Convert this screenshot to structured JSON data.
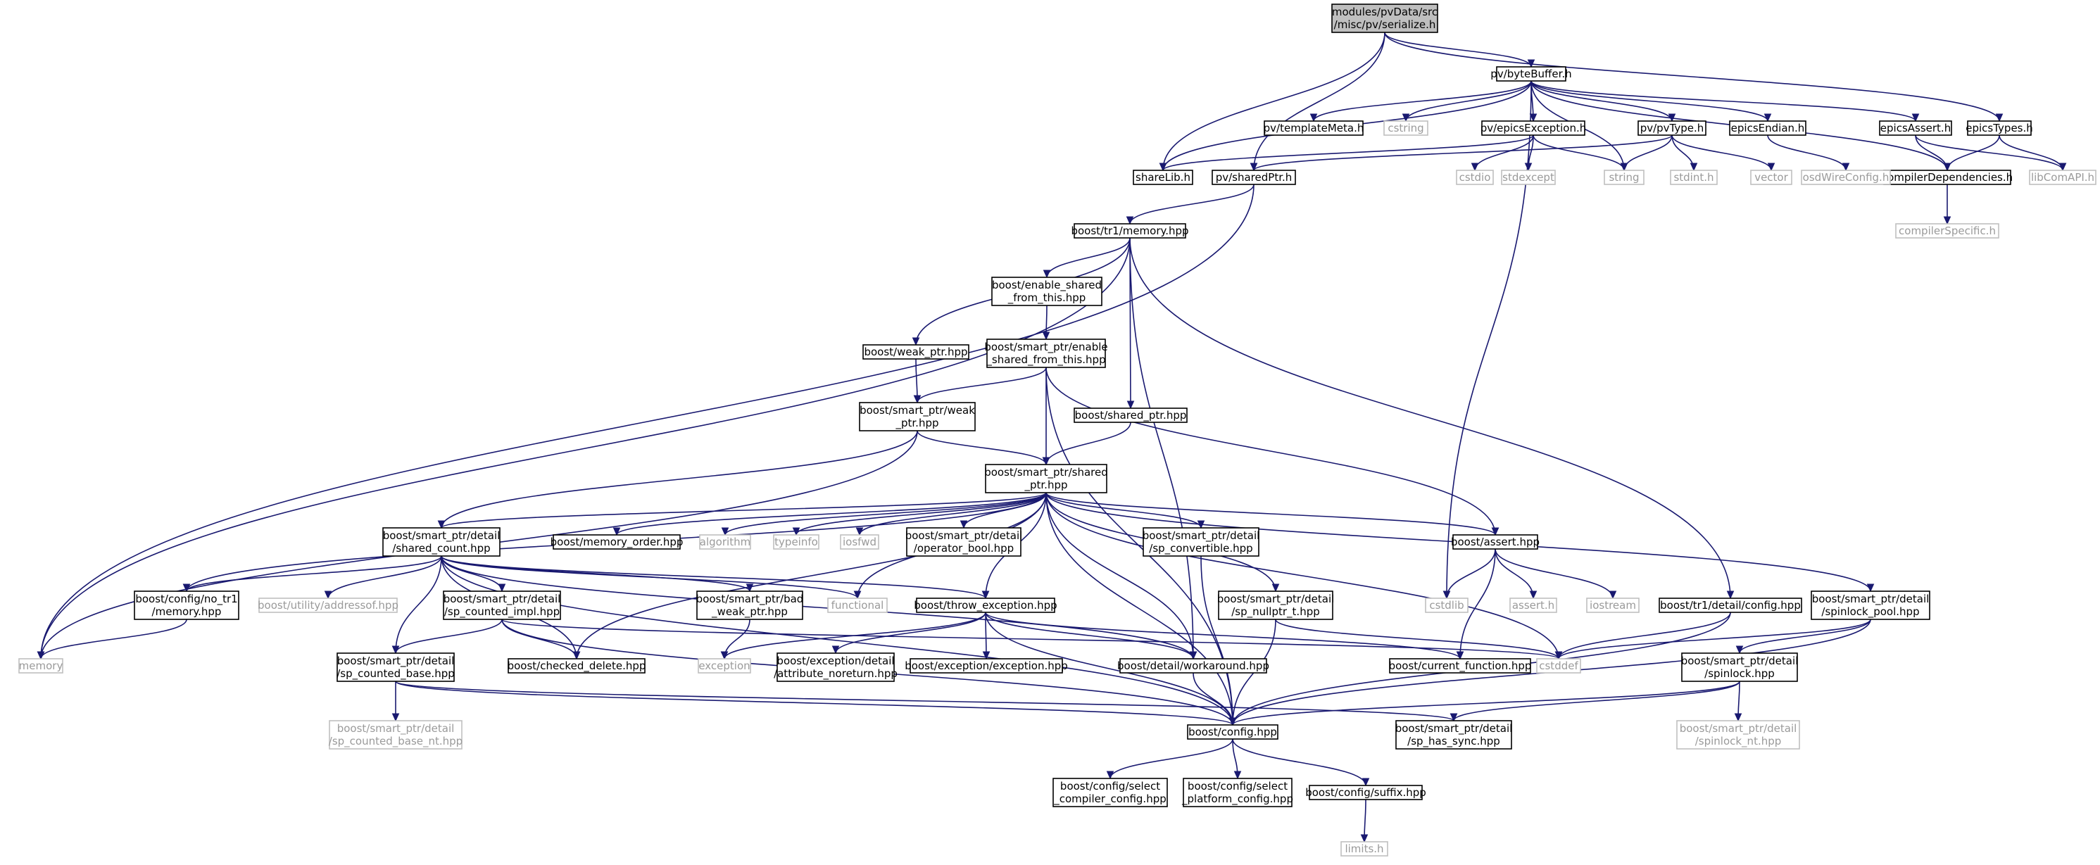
{
  "colors": {
    "edge": "#191970",
    "node_border": "#000000",
    "system_border": "#bfbfbf",
    "system_text": "#9a9a9a",
    "root_fill": "#bfbfbf"
  },
  "nodes": [
    {
      "id": "root",
      "lines": [
        "modules/pvData/src",
        "/misc/pv/serialize.h"
      ],
      "style": "root"
    },
    {
      "id": "bytebuffer",
      "lines": [
        "pv/byteBuffer.h"
      ],
      "style": "solid"
    },
    {
      "id": "sharelib",
      "lines": [
        "shareLib.h"
      ],
      "style": "solid"
    },
    {
      "id": "sharedptr",
      "lines": [
        "pv/sharedPtr.h"
      ],
      "style": "solid"
    },
    {
      "id": "epicstypes",
      "lines": [
        "epicsTypes.h"
      ],
      "style": "solid"
    },
    {
      "id": "templatemeta",
      "lines": [
        "pv/templateMeta.h"
      ],
      "style": "solid"
    },
    {
      "id": "cstring",
      "lines": [
        "cstring"
      ],
      "style": "sys"
    },
    {
      "id": "epicsexception",
      "lines": [
        "pv/epicsException.h"
      ],
      "style": "solid"
    },
    {
      "id": "pvtype",
      "lines": [
        "pv/pvType.h"
      ],
      "style": "solid"
    },
    {
      "id": "epicsendian",
      "lines": [
        "epicsEndian.h"
      ],
      "style": "solid"
    },
    {
      "id": "epicsassert",
      "lines": [
        "epicsAssert.h"
      ],
      "style": "solid"
    },
    {
      "id": "compilerdep",
      "lines": [
        "compilerDependencies.h"
      ],
      "style": "solid"
    },
    {
      "id": "libcomapi",
      "lines": [
        "libComAPI.h"
      ],
      "style": "sys"
    },
    {
      "id": "cstdio",
      "lines": [
        "cstdio"
      ],
      "style": "sys"
    },
    {
      "id": "stdexcept",
      "lines": [
        "stdexcept"
      ],
      "style": "sys"
    },
    {
      "id": "string",
      "lines": [
        "string"
      ],
      "style": "sys"
    },
    {
      "id": "stdint",
      "lines": [
        "stdint.h"
      ],
      "style": "sys"
    },
    {
      "id": "vector",
      "lines": [
        "vector"
      ],
      "style": "sys"
    },
    {
      "id": "osdwire",
      "lines": [
        "osdWireConfig.h"
      ],
      "style": "sys"
    },
    {
      "id": "compilerspec",
      "lines": [
        "compilerSpecific.h"
      ],
      "style": "sys"
    },
    {
      "id": "tr1memory",
      "lines": [
        "boost/tr1/memory.hpp"
      ],
      "style": "solid"
    },
    {
      "id": "enableshared",
      "lines": [
        "boost/enable_shared",
        "_from_this.hpp"
      ],
      "style": "solid"
    },
    {
      "id": "weakptr",
      "lines": [
        "boost/weak_ptr.hpp"
      ],
      "style": "solid"
    },
    {
      "id": "spenable",
      "lines": [
        "boost/smart_ptr/enable",
        "_shared_from_this.hpp"
      ],
      "style": "solid"
    },
    {
      "id": "sharedptrhpp",
      "lines": [
        "boost/shared_ptr.hpp"
      ],
      "style": "solid"
    },
    {
      "id": "spweak",
      "lines": [
        "boost/smart_ptr/weak",
        "_ptr.hpp"
      ],
      "style": "solid"
    },
    {
      "id": "spshared",
      "lines": [
        "boost/smart_ptr/shared",
        "_ptr.hpp"
      ],
      "style": "solid"
    },
    {
      "id": "sharedcount",
      "lines": [
        "boost/smart_ptr/detail",
        "/shared_count.hpp"
      ],
      "style": "solid"
    },
    {
      "id": "memorder",
      "lines": [
        "boost/memory_order.hpp"
      ],
      "style": "solid"
    },
    {
      "id": "algorithm",
      "lines": [
        "algorithm"
      ],
      "style": "sys"
    },
    {
      "id": "typeinfo",
      "lines": [
        "typeinfo"
      ],
      "style": "sys"
    },
    {
      "id": "iosfwd",
      "lines": [
        "iosfwd"
      ],
      "style": "sys"
    },
    {
      "id": "opbool",
      "lines": [
        "boost/smart_ptr/detail",
        "/operator_bool.hpp"
      ],
      "style": "solid"
    },
    {
      "id": "spconvertible",
      "lines": [
        "boost/smart_ptr/detail",
        "/sp_convertible.hpp"
      ],
      "style": "solid"
    },
    {
      "id": "assert",
      "lines": [
        "boost/assert.hpp"
      ],
      "style": "solid"
    },
    {
      "id": "memory",
      "lines": [
        "memory"
      ],
      "style": "sys"
    },
    {
      "id": "notr1",
      "lines": [
        "boost/config/no_tr1",
        "/memory.hpp"
      ],
      "style": "solid"
    },
    {
      "id": "addressof",
      "lines": [
        "boost/utility/addressof.hpp"
      ],
      "style": "sys"
    },
    {
      "id": "spcountedimpl",
      "lines": [
        "boost/smart_ptr/detail",
        "/sp_counted_impl.hpp"
      ],
      "style": "solid"
    },
    {
      "id": "badweak",
      "lines": [
        "boost/smart_ptr/bad",
        "_weak_ptr.hpp"
      ],
      "style": "solid"
    },
    {
      "id": "functional",
      "lines": [
        "functional"
      ],
      "style": "sys"
    },
    {
      "id": "throwexc",
      "lines": [
        "boost/throw_exception.hpp"
      ],
      "style": "solid"
    },
    {
      "id": "spnullptr",
      "lines": [
        "boost/smart_ptr/detail",
        "/sp_nullptr_t.hpp"
      ],
      "style": "solid"
    },
    {
      "id": "cstdlib",
      "lines": [
        "cstdlib"
      ],
      "style": "sys"
    },
    {
      "id": "asserth",
      "lines": [
        "assert.h"
      ],
      "style": "sys"
    },
    {
      "id": "iostream",
      "lines": [
        "iostream"
      ],
      "style": "sys"
    },
    {
      "id": "tr1config",
      "lines": [
        "boost/tr1/detail/config.hpp"
      ],
      "style": "solid"
    },
    {
      "id": "spinlockpool",
      "lines": [
        "boost/smart_ptr/detail",
        "/spinlock_pool.hpp"
      ],
      "style": "solid"
    },
    {
      "id": "spcountedbase",
      "lines": [
        "boost/smart_ptr/detail",
        "/sp_counted_base.hpp"
      ],
      "style": "solid"
    },
    {
      "id": "checkeddelete",
      "lines": [
        "boost/checked_delete.hpp"
      ],
      "style": "solid"
    },
    {
      "id": "exception",
      "lines": [
        "exception"
      ],
      "style": "sys"
    },
    {
      "id": "excattr",
      "lines": [
        "boost/exception/detail",
        "/attribute_noreturn.hpp"
      ],
      "style": "solid"
    },
    {
      "id": "excexc",
      "lines": [
        "boost/exception/exception.hpp"
      ],
      "style": "solid"
    },
    {
      "id": "workaround",
      "lines": [
        "boost/detail/workaround.hpp"
      ],
      "style": "solid"
    },
    {
      "id": "currentfunc",
      "lines": [
        "boost/current_function.hpp"
      ],
      "style": "solid"
    },
    {
      "id": "cstddef",
      "lines": [
        "cstddef"
      ],
      "style": "sys"
    },
    {
      "id": "spinlock",
      "lines": [
        "boost/smart_ptr/detail",
        "/spinlock.hpp"
      ],
      "style": "solid"
    },
    {
      "id": "spcountedbasent",
      "lines": [
        "boost/smart_ptr/detail",
        "/sp_counted_base_nt.hpp"
      ],
      "style": "sys"
    },
    {
      "id": "config",
      "lines": [
        "boost/config.hpp"
      ],
      "style": "solid"
    },
    {
      "id": "sphassync",
      "lines": [
        "boost/smart_ptr/detail",
        "/sp_has_sync.hpp"
      ],
      "style": "solid"
    },
    {
      "id": "spinlocknt",
      "lines": [
        "boost/smart_ptr/detail",
        "/spinlock_nt.hpp"
      ],
      "style": "sys"
    },
    {
      "id": "selcompiler",
      "lines": [
        "boost/config/select",
        "_compiler_config.hpp"
      ],
      "style": "solid"
    },
    {
      "id": "selplatform",
      "lines": [
        "boost/config/select",
        "_platform_config.hpp"
      ],
      "style": "solid"
    },
    {
      "id": "suffix",
      "lines": [
        "boost/config/suffix.hpp"
      ],
      "style": "solid"
    },
    {
      "id": "limits",
      "lines": [
        "limits.h"
      ],
      "style": "sys"
    }
  ],
  "edges": [
    [
      "root",
      "bytebuffer"
    ],
    [
      "root",
      "sharelib"
    ],
    [
      "root",
      "sharedptr"
    ],
    [
      "root",
      "epicstypes"
    ],
    [
      "bytebuffer",
      "sharelib"
    ],
    [
      "bytebuffer",
      "templatemeta"
    ],
    [
      "bytebuffer",
      "cstring"
    ],
    [
      "bytebuffer",
      "epicsexception"
    ],
    [
      "bytebuffer",
      "pvtype"
    ],
    [
      "bytebuffer",
      "epicsendian"
    ],
    [
      "bytebuffer",
      "epicsassert"
    ],
    [
      "bytebuffer",
      "compilerdep"
    ],
    [
      "bytebuffer",
      "string"
    ],
    [
      "bytebuffer",
      "cstdlib"
    ],
    [
      "epicsexception",
      "sharelib"
    ],
    [
      "epicsexception",
      "cstdio"
    ],
    [
      "epicsexception",
      "stdexcept"
    ],
    [
      "epicsexception",
      "string"
    ],
    [
      "pvtype",
      "sharedptr"
    ],
    [
      "pvtype",
      "string"
    ],
    [
      "pvtype",
      "stdint"
    ],
    [
      "pvtype",
      "vector"
    ],
    [
      "epicsendian",
      "osdwire"
    ],
    [
      "epicsassert",
      "compilerdep"
    ],
    [
      "epicsassert",
      "libcomapi"
    ],
    [
      "epicstypes",
      "compilerdep"
    ],
    [
      "epicstypes",
      "libcomapi"
    ],
    [
      "compilerdep",
      "compilerspec"
    ],
    [
      "sharedptr",
      "tr1memory"
    ],
    [
      "sharedptr",
      "memory"
    ],
    [
      "tr1memory",
      "memory"
    ],
    [
      "tr1memory",
      "enableshared"
    ],
    [
      "tr1memory",
      "weakptr"
    ],
    [
      "tr1memory",
      "sharedptrhpp"
    ],
    [
      "tr1memory",
      "workaround"
    ],
    [
      "tr1memory",
      "tr1config"
    ],
    [
      "enableshared",
      "spenable"
    ],
    [
      "weakptr",
      "spweak"
    ],
    [
      "spenable",
      "spweak"
    ],
    [
      "spenable",
      "spshared"
    ],
    [
      "spenable",
      "config"
    ],
    [
      "spenable",
      "assert"
    ],
    [
      "sharedptrhpp",
      "spshared"
    ],
    [
      "spweak",
      "spshared"
    ],
    [
      "spweak",
      "sharedcount"
    ],
    [
      "spweak",
      "memory"
    ],
    [
      "spshared",
      "sharedcount"
    ],
    [
      "spshared",
      "memorder"
    ],
    [
      "spshared",
      "algorithm"
    ],
    [
      "spshared",
      "typeinfo"
    ],
    [
      "spshared",
      "iosfwd"
    ],
    [
      "spshared",
      "opbool"
    ],
    [
      "spshared",
      "spconvertible"
    ],
    [
      "spshared",
      "assert"
    ],
    [
      "spshared",
      "notr1"
    ],
    [
      "spshared",
      "checkeddelete"
    ],
    [
      "spshared",
      "throwexc"
    ],
    [
      "spshared",
      "functional"
    ],
    [
      "spshared",
      "workaround"
    ],
    [
      "spshared",
      "config"
    ],
    [
      "spshared",
      "spnullptr"
    ],
    [
      "spshared",
      "spinlockpool"
    ],
    [
      "spshared",
      "cstddef"
    ],
    [
      "sharedcount",
      "notr1"
    ],
    [
      "sharedcount",
      "addressof"
    ],
    [
      "sharedcount",
      "spcountedimpl"
    ],
    [
      "sharedcount",
      "badweak"
    ],
    [
      "sharedcount",
      "functional"
    ],
    [
      "sharedcount",
      "throwexc"
    ],
    [
      "sharedcount",
      "checkeddelete"
    ],
    [
      "sharedcount",
      "spcountedbase"
    ],
    [
      "sharedcount",
      "config"
    ],
    [
      "sharedcount",
      "workaround"
    ],
    [
      "notr1",
      "memory"
    ],
    [
      "spcountedimpl",
      "spcountedbase"
    ],
    [
      "spcountedimpl",
      "checkeddelete"
    ],
    [
      "spcountedimpl",
      "config"
    ],
    [
      "spcountedimpl",
      "cstddef"
    ],
    [
      "spcountedbase",
      "spcountedbasent"
    ],
    [
      "spcountedbase",
      "config"
    ],
    [
      "spcountedbase",
      "sphassync"
    ],
    [
      "badweak",
      "exception"
    ],
    [
      "throwexc",
      "exception"
    ],
    [
      "throwexc",
      "excattr"
    ],
    [
      "throwexc",
      "excexc"
    ],
    [
      "throwexc",
      "workaround"
    ],
    [
      "throwexc",
      "currentfunc"
    ],
    [
      "throwexc",
      "config"
    ],
    [
      "spconvertible",
      "config"
    ],
    [
      "spnullptr",
      "config"
    ],
    [
      "spnullptr",
      "cstddef"
    ],
    [
      "assert",
      "cstdlib"
    ],
    [
      "assert",
      "asserth"
    ],
    [
      "assert",
      "iostream"
    ],
    [
      "assert",
      "currentfunc"
    ],
    [
      "tr1config",
      "config"
    ],
    [
      "tr1config",
      "cstddef"
    ],
    [
      "spinlockpool",
      "spinlock"
    ],
    [
      "spinlockpool",
      "cstddef"
    ],
    [
      "spinlockpool",
      "config"
    ],
    [
      "spinlock",
      "spinlocknt"
    ],
    [
      "spinlock",
      "config"
    ],
    [
      "spinlock",
      "sphassync"
    ],
    [
      "workaround",
      "config"
    ],
    [
      "config",
      "selcompiler"
    ],
    [
      "config",
      "selplatform"
    ],
    [
      "config",
      "suffix"
    ],
    [
      "suffix",
      "limits"
    ]
  ]
}
